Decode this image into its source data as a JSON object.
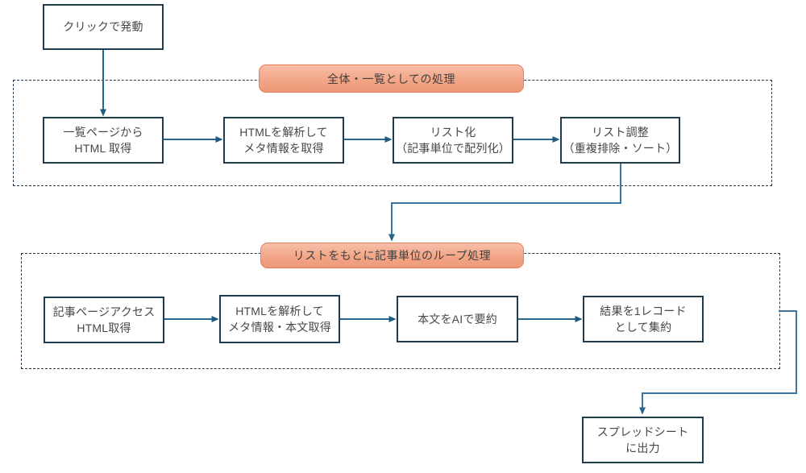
{
  "diagram": {
    "trigger": {
      "label": "クリックで発動"
    },
    "group1": {
      "title": "全体・一覧としての処理",
      "nodes": [
        {
          "line1": "一覧ページから",
          "line2": "HTML 取得"
        },
        {
          "line1": "HTMLを解析して",
          "line2": "メタ情報を取得"
        },
        {
          "line1": "リスト化",
          "line2": "（記事単位で配列化）"
        },
        {
          "line1": "リスト調整",
          "line2": "（重複排除・ソート）"
        }
      ]
    },
    "group2": {
      "title": "リストをもとに記事単位のループ処理",
      "nodes": [
        {
          "line1": "記事ページアクセス",
          "line2": "HTML取得"
        },
        {
          "line1": "HTMLを解析して",
          "line2": "メタ情報・本文取得"
        },
        {
          "line1": "本文をAIで要約",
          "line2": ""
        },
        {
          "line1": "結果を1レコード",
          "line2": "として集約"
        }
      ]
    },
    "output": {
      "line1": "スプレッドシート",
      "line2": "に出力"
    },
    "colors": {
      "node_border": "#1F3B4E",
      "node_text": "#474747",
      "group_dash": "#22384A",
      "label_fill_top": "#F8BEA9",
      "label_fill_bottom": "#EE9878",
      "label_border": "#E4805C",
      "arrow": "#27698E",
      "long_connector": "#3B76A0"
    }
  }
}
